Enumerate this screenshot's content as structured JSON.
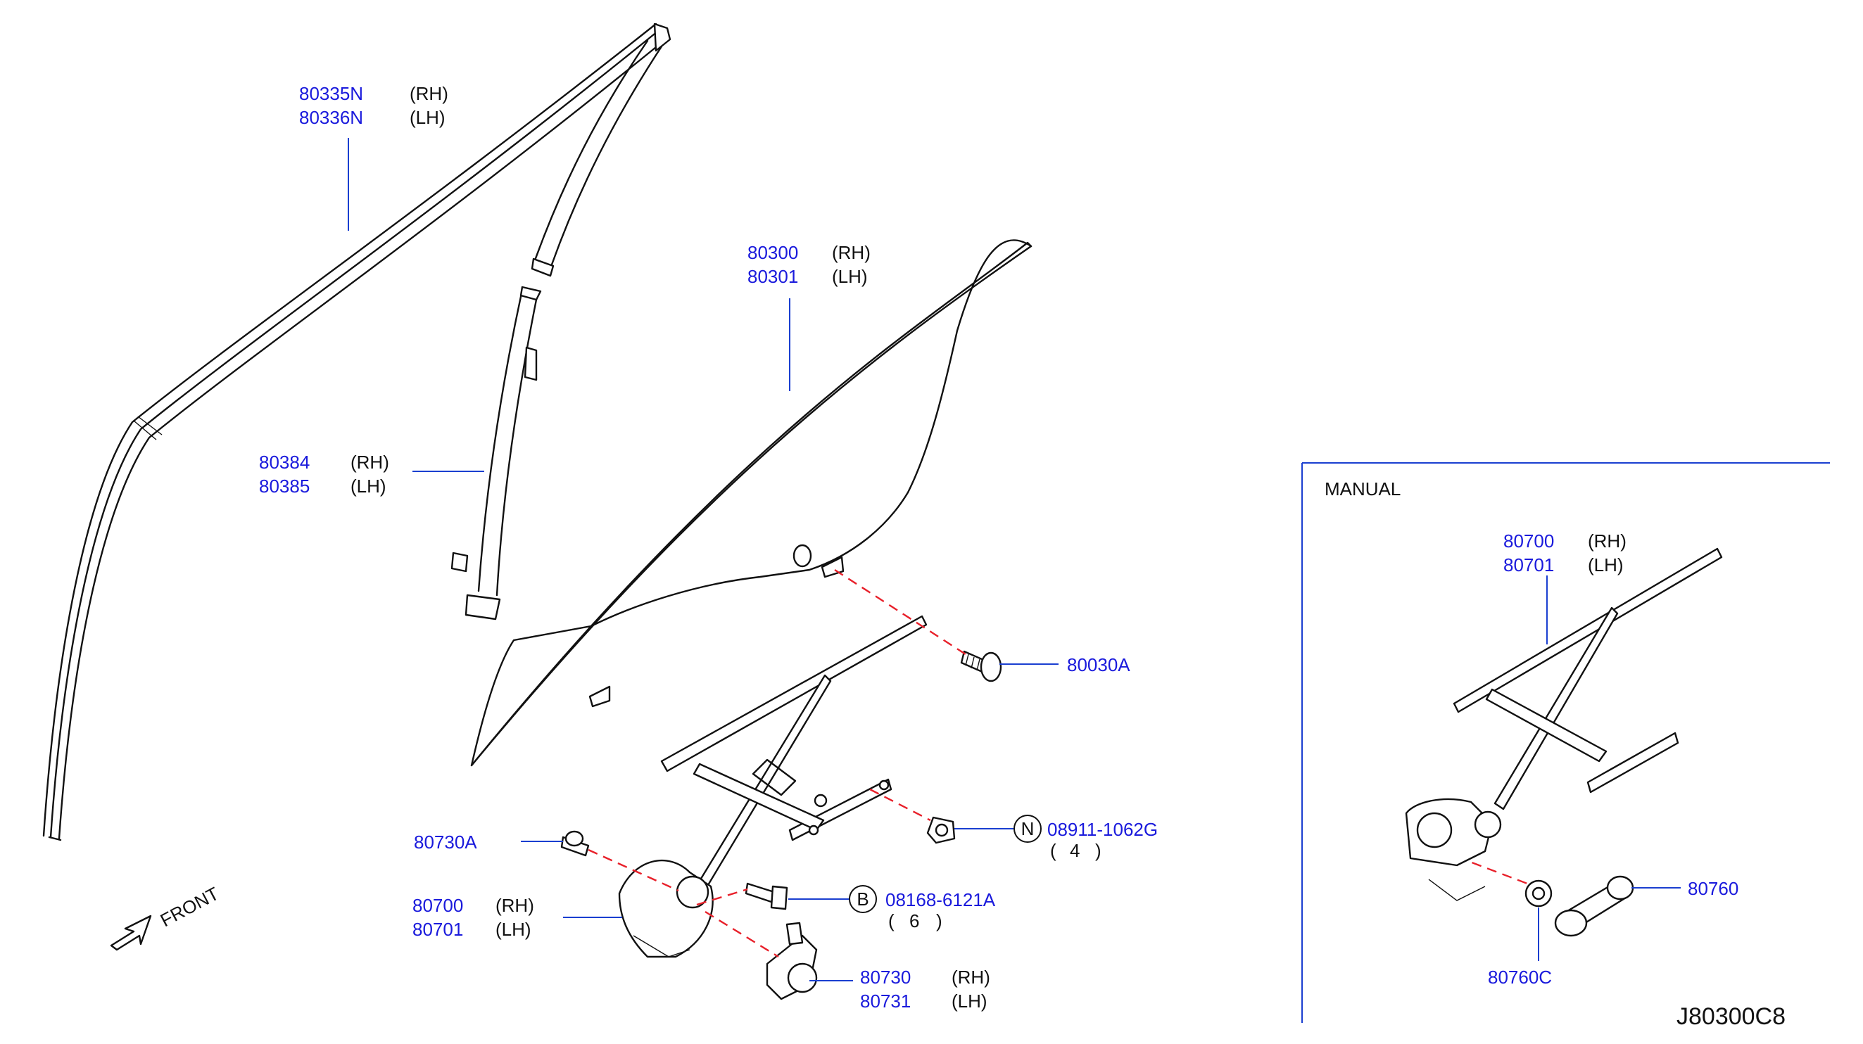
{
  "parts": {
    "outer_weatherstrip": {
      "rh": "80335N",
      "lh": "80336N"
    },
    "sash_channel": {
      "rh": "80384",
      "lh": "80385"
    },
    "door_glass": {
      "rh": "80300",
      "lh": "80301"
    },
    "glass_bolt": {
      "num": "80030A"
    },
    "regulator_nut": {
      "num": "08911-1062G",
      "symbol": "N",
      "qty_open": "(",
      "qty": "4",
      "qty_close": ")"
    },
    "regulator_bolt": {
      "num": "08168-6121A",
      "symbol": "B",
      "qty_open": "(",
      "qty": "6",
      "qty_close": ")"
    },
    "motor_screw": {
      "num": "80730A"
    },
    "regulator": {
      "rh": "80700",
      "lh": "80701"
    },
    "motor": {
      "rh": "80730",
      "lh": "80731"
    }
  },
  "labels": {
    "rh": "(RH)",
    "lh": "(LH)",
    "front": "FRONT"
  },
  "manual": {
    "title": "MANUAL",
    "regulator": {
      "rh": "80700",
      "lh": "80701"
    },
    "handle": {
      "num": "80760"
    },
    "escutcheon": {
      "num": "80760C"
    }
  },
  "diagram_code": "J80300C8",
  "colors": {
    "part_number": "#1a1adc",
    "leader": "#1a3fd0",
    "dashed_line": "#e8202a",
    "line_art": "#111111"
  }
}
